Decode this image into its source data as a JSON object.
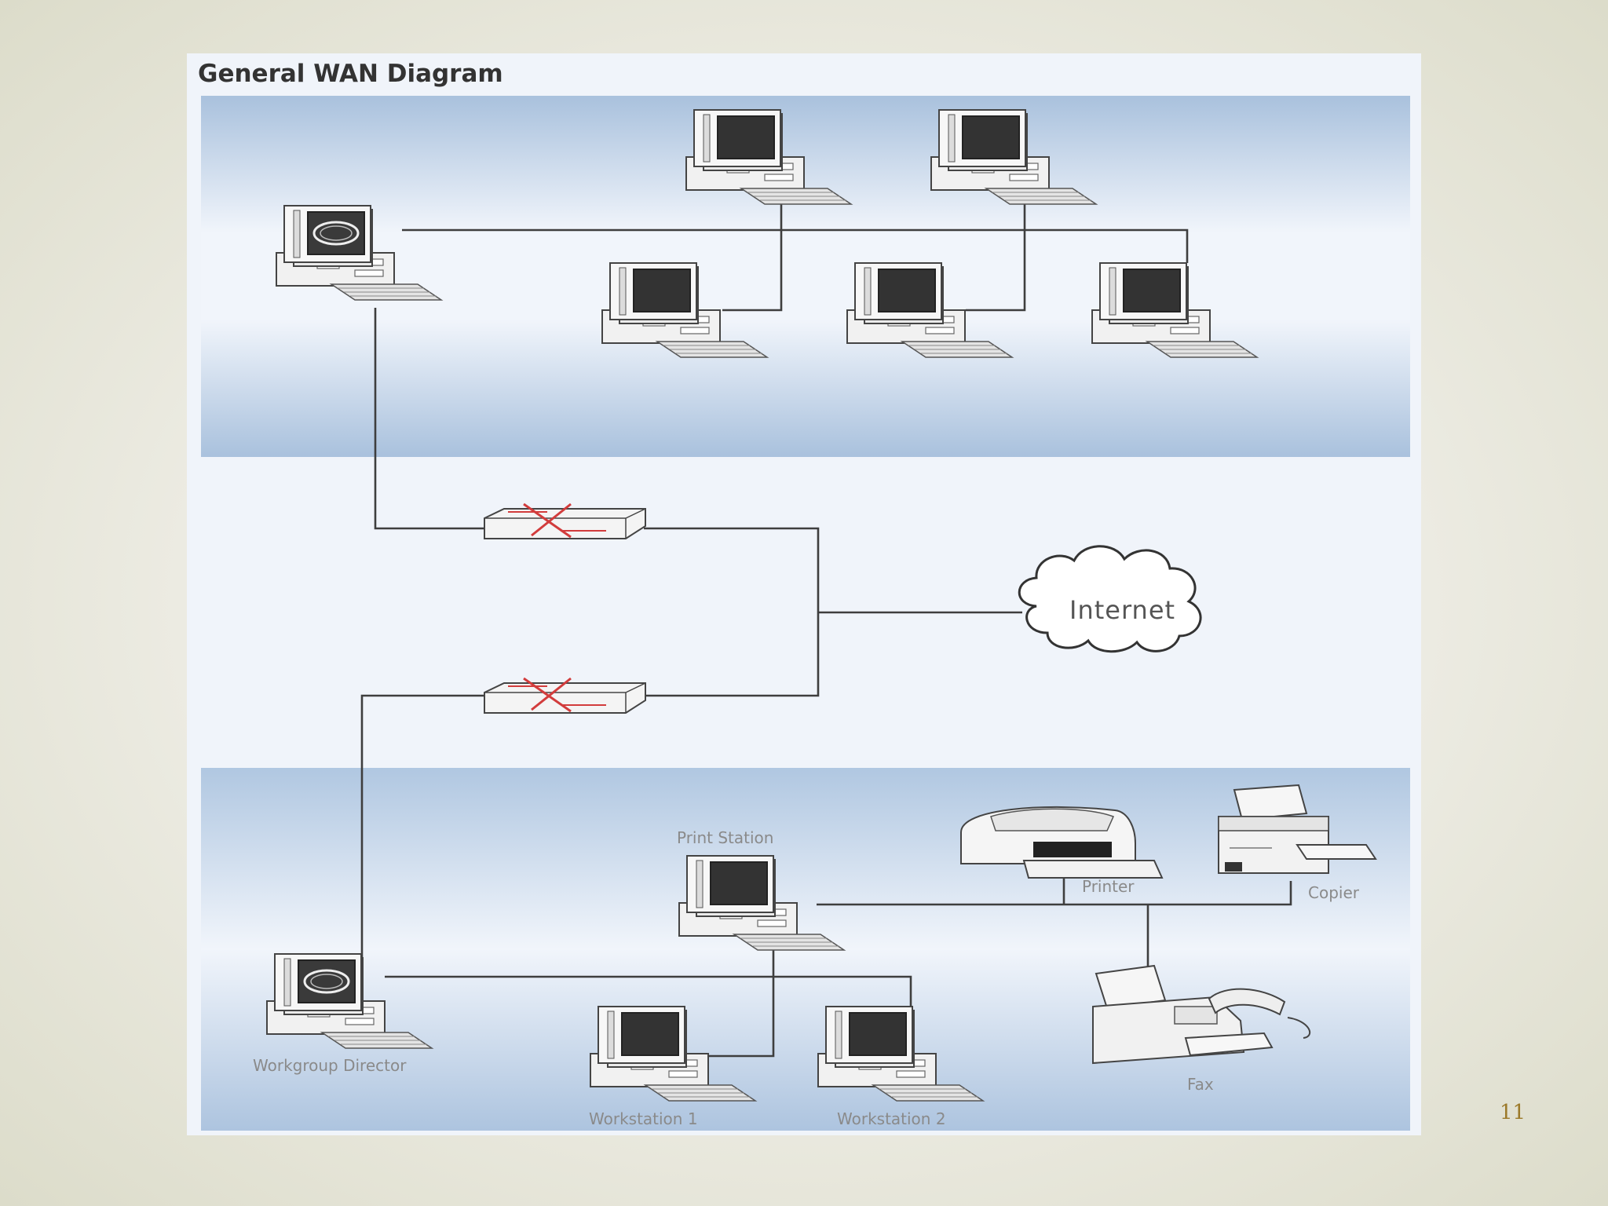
{
  "title": "General WAN Diagram",
  "cloud_label": "Internet",
  "labels": {
    "print_station": "Print Station",
    "printer": "Printer",
    "copier": "Copier",
    "workgroup_director": "Workgroup Director",
    "workstation_1": "Workstation 1",
    "workstation_2": "Workstation 2",
    "fax": "Fax"
  },
  "page_number": "11",
  "colors": {
    "slide_background": "#ecebe2",
    "lan_gradient_top": "#a9c1dd",
    "lan_gradient_mid": "#f1f5fb",
    "diagram_background": "#f0f4fa",
    "router_cross": "#d23c3c",
    "page_number": "#9c7a2a"
  },
  "icons": [
    "server-computer",
    "workstation-computer",
    "router",
    "internet-cloud",
    "printer",
    "copier",
    "fax"
  ]
}
